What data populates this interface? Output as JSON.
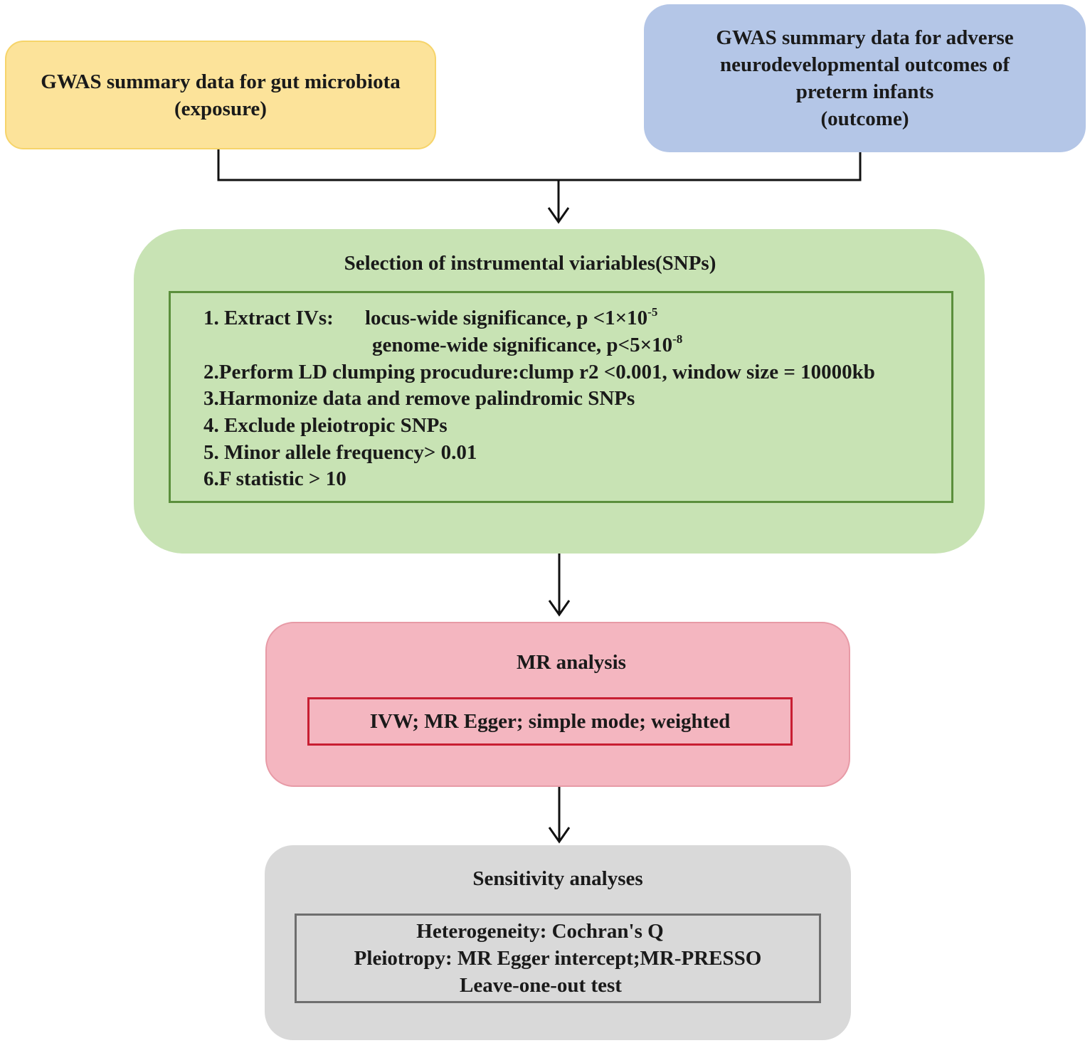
{
  "exposure": {
    "line1": "GWAS summary data for gut microbiota",
    "line2": "(exposure)"
  },
  "outcome": {
    "line1": "GWAS summary data for adverse",
    "line2": "neurodevelopmental outcomes of",
    "line3": "preterm infants",
    "line4": "(outcome)"
  },
  "selection": {
    "title": "Selection of instrumental viariables(SNPs)",
    "step1_label": "1. Extract IVs:",
    "step1a_text": "locus-wide significance, p <1×10",
    "step1a_exp": "-5",
    "step1b_text": "genome-wide significance, p<5×10",
    "step1b_exp": "-8",
    "step2": "2.Perform LD clumping procudure:clump r2 <0.001, window size = 10000kb",
    "step3": "3.Harmonize data and remove palindromic SNPs",
    "step4": "4. Exclude pleiotropic SNPs",
    "step5": "5. Minor allele frequency> 0.01",
    "step6": "6.F statistic > 10"
  },
  "mr": {
    "title": "MR analysis",
    "methods": "IVW; MR Egger; simple mode; weighted"
  },
  "sensitivity": {
    "title": "Sensitivity analyses",
    "line1": "Heterogeneity: Cochran's Q",
    "line2": "Pleiotropy: MR Egger intercept;MR-PRESSO",
    "line3": "Leave-one-out test"
  }
}
